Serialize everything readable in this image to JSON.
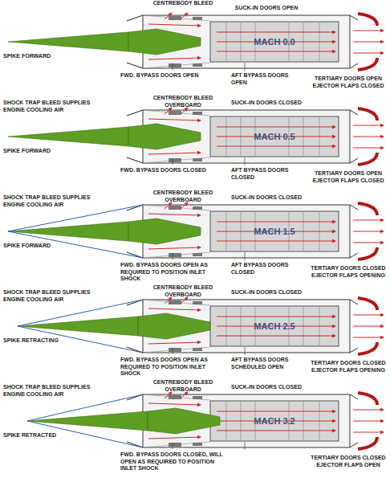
{
  "diagram": {
    "nodes": [
      {
        "text": [
          "MACH 0.0"
        ]
      },
      {
        "text": [
          "MACH 0.5"
        ]
      },
      {
        "text": [
          "MACH 1.5"
        ]
      },
      {
        "text": [
          "MACH 2.5"
        ]
      },
      {
        "text": [
          "MACH 3.2"
        ]
      }
    ],
    "labels": [
      "CENTREBODY BLEED",
      "SUCK-IN DOORS OPEN",
      "SPIKE FORWARD",
      "FWD. BYPASS DOORS OPEN",
      "AFT BYPASS DOORS OPEN",
      "TERTIARY DOORS OPEN EJECTOR FLAPS CLOSED",
      "CENTREBODY BLEED OVERBOARD",
      "SUCK-IN DOORS CLOSED",
      "SHOCK TRAP BLEED SUPPLIES ENGINE COOLING AIR",
      "SPIKE FORWARD",
      "FWD. BYPASS DOORS CLOSED",
      "AFT BYPASS DOORS CLOSED",
      "TERTIARY DOORS OPEN EJECTOR FLAPS CLOSED",
      "SHOCK TRAP BLEED SUPPLIES ENGINE COOLING AIR",
      "CENTREBODY BLEED OVERBOARD",
      "SUCK-IN DOORS CLOSED",
      "SPIKE FORWARD",
      "FWD. BYPASS DOORS OPEN AS REQUIRED TO POSITION INLET SHOCK",
      "AFT BYPASS DOORS CLOSED",
      "TERTIARY DOORS CLOSED EJECTOR FLAPS OPENING",
      "SHOCK TRAP BLEED SUPPLIES ENGINE COOLING AIR",
      "CENTREBODY BLEED OVERBOARD",
      "SUCK-IN DOORS CLOSED",
      "SPIKE RETRACTING",
      "FWD. BYPASS DOORS OPEN AS REQUIRED TO POSITION INLET SHOCK",
      "AFT BYPASS DOORS SCHEDULED OPEN",
      "TERTIARY DOORS CLOSED EJECTOR FLAPS OPENING",
      "SHOCK TRAP BLEED SUPPLIES ENGINE COOLING AIR",
      "CENTREBODY BLEED OVERBOARD",
      "SUCK-IN DOORS CLOSED",
      "SPIKE RETRACTED",
      "FWD. BYPASS DOORS CLOSED, WILL OPEN AS REQUIRED TO POSITION INLET SHOCK",
      "TERTIARY DOORS CLOSED EJECTOR FLAPS OPEN"
    ]
  }
}
